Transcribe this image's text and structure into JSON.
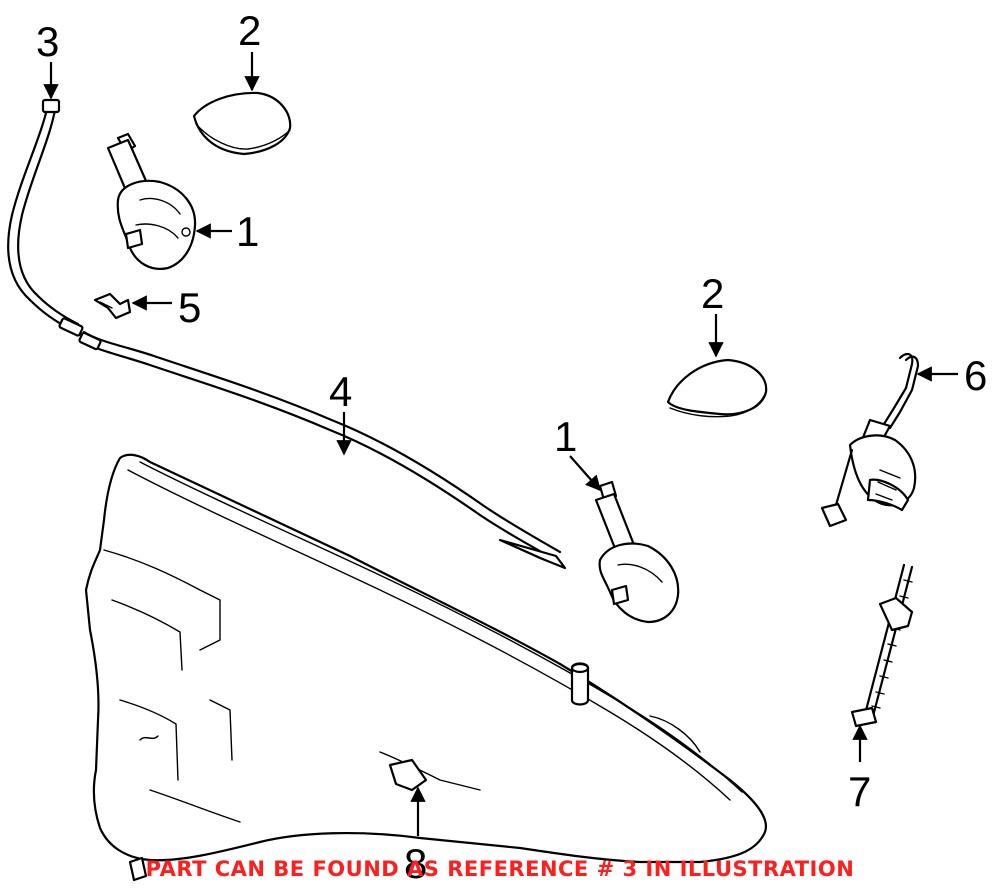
{
  "callouts": {
    "c3": "3",
    "c2_top": "2",
    "c1_top": "1",
    "c5": "5",
    "c2_right": "2",
    "c6": "6",
    "c4": "4",
    "c1_mid": "1",
    "c7": "7",
    "c8": "8"
  },
  "footer": {
    "note": "PART CAN BE FOUND AS REFERENCE # 3 IN ILLUSTRATION",
    "color": "#ff1e1e"
  }
}
